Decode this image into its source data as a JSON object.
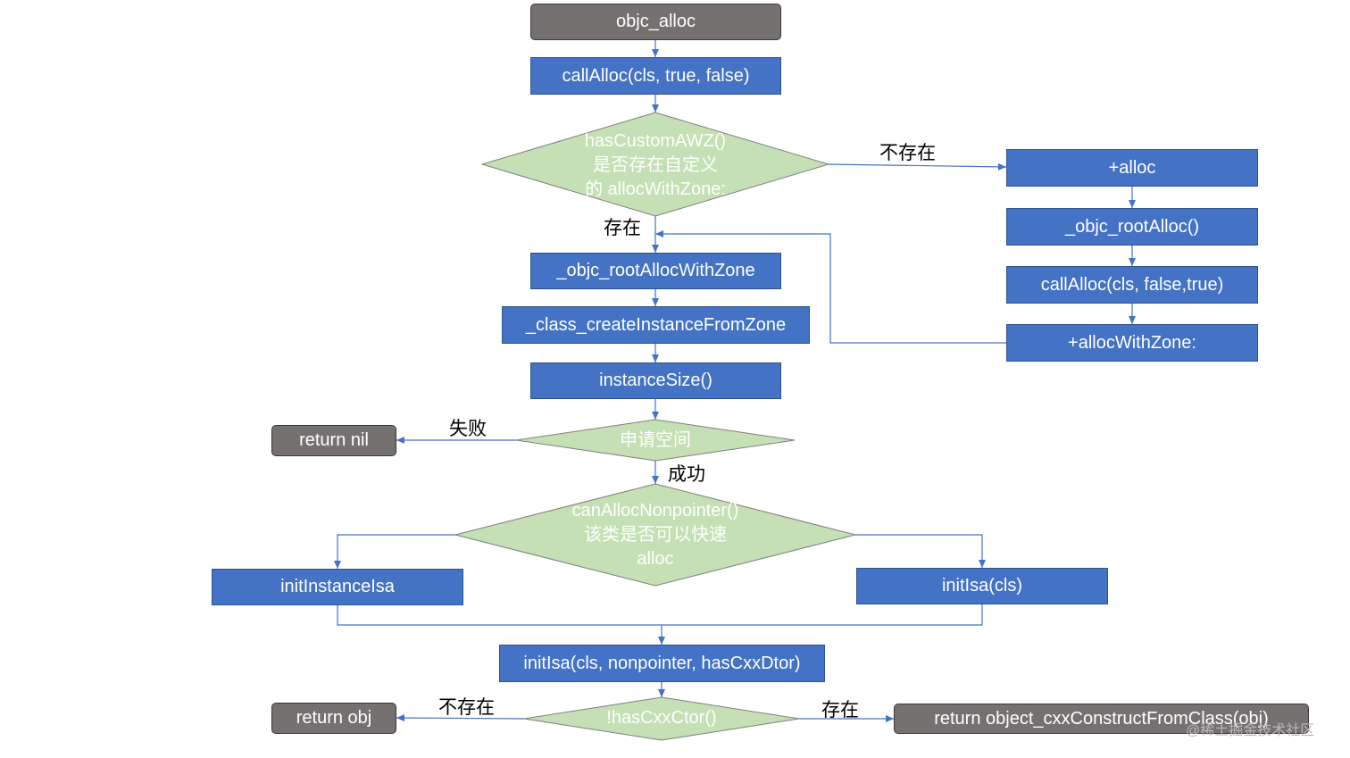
{
  "nodes": {
    "objc_alloc": "objc_alloc",
    "callAlloc": "callAlloc(cls, true, false)",
    "hasCustomAWZ": [
      "hasCustomAWZ()",
      "是否存在自定义",
      "的 allocWithZone:"
    ],
    "alloc": "+alloc",
    "objc_rootAlloc": "_objc_rootAlloc()",
    "callAlloc2": "callAlloc(cls, false,true)",
    "allocWithZone": "+allocWithZone:",
    "objc_rootAllocWithZone": "_objc_rootAllocWithZone",
    "class_createInstanceFromZone": "_class_createInstanceFromZone",
    "instanceSize": "instanceSize()",
    "apply_space": "申请空间",
    "return_nil": "return nil",
    "canAllocNonpointer": [
      "canAllocNonpointer()",
      "该类是否可以快速",
      "alloc"
    ],
    "initInstanceIsa": "initInstanceIsa",
    "initIsa_cls": "initIsa(cls)",
    "initIsa_full": "initIsa(cls, nonpointer, hasCxxDtor)",
    "hasCxxCtor": "!hasCxxCtor()",
    "return_obj": "return obj",
    "return_cxx": "return object_cxxConstructFromClass(obj)"
  },
  "edge_labels": {
    "not_exist_1": "不存在",
    "exist_1": "存在",
    "fail": "失败",
    "success": "成功",
    "not_exist_2": "不存在",
    "exist_2": "存在"
  },
  "watermark": "@稀土掘金技术社区",
  "colors": {
    "process": "#4472c4",
    "terminal": "#767171",
    "decision": "#c5e0b4",
    "connector": "#4472c4"
  }
}
